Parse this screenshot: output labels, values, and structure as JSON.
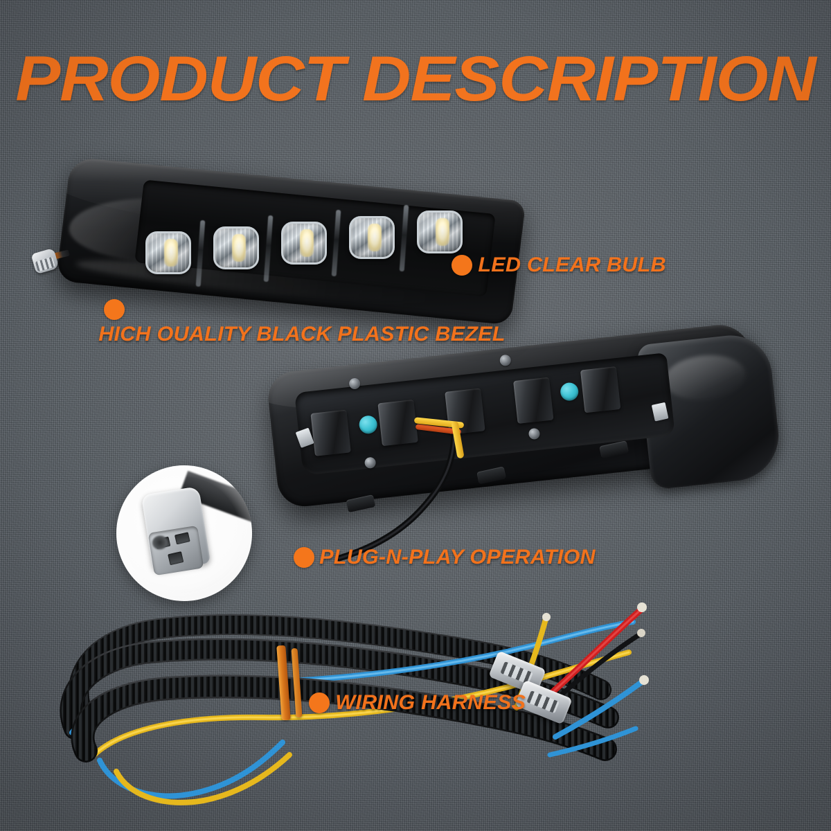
{
  "page": {
    "title": "PRODUCT DESCRIPTION",
    "background_color": "#5c6268",
    "accent_color": "#f2721c",
    "bullet_color": "#f4761b"
  },
  "callouts": [
    {
      "id": "led-clear-bulb",
      "label": "LED CLEAR BULB",
      "bullet": "orange-dot"
    },
    {
      "id": "black-bezel",
      "label": "HICH OUALITY BLACK PLASTIC BEZEL",
      "bullet": "orange-dot"
    },
    {
      "id": "plug-n-play",
      "label": "PLUG-N-PLAY OPERATION",
      "bullet": "orange-dot"
    },
    {
      "id": "wiring-harness",
      "label": "WIRING HARNESS",
      "bullet": "orange-dot"
    }
  ],
  "products": {
    "led_bezel": {
      "name": "LED light bar with black plastic bezel",
      "lens_count": 5,
      "lens_color": "clear",
      "bezel_color": "#0d0e10",
      "connector": "white 3-pin pigtail"
    },
    "housing_rear": {
      "name": "Rear view of LED housing",
      "vent_plug_color": "#3fc3d4",
      "vent_plug_count": 2,
      "wire_colors": [
        "#ffd84a",
        "#f0622a",
        "#111111"
      ]
    },
    "connector_closeup": {
      "name": "3-pin connector close-up",
      "pin_count": 3,
      "body_color": "#c3c8cd",
      "background": "#ffffff"
    },
    "harness": {
      "name": "Wiring harness with corrugated conduit",
      "conduit_color": "#141414",
      "wire_colors": [
        "#3aa7e0",
        "#f0c31e",
        "#d81f1f",
        "#111111"
      ],
      "tie_color": "#d9771c",
      "connector_count": 2
    }
  }
}
